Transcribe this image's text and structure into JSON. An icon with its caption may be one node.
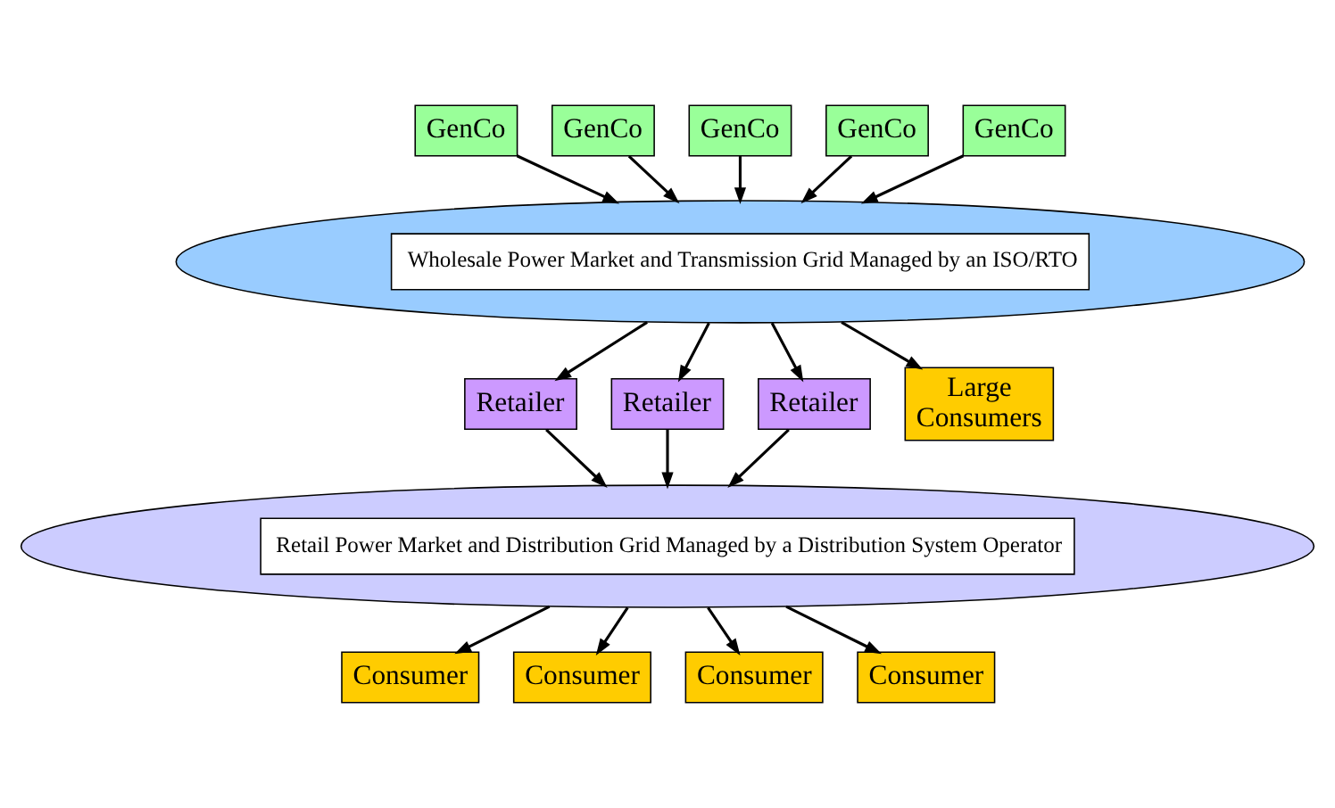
{
  "diagram": {
    "nodes": [
      {
        "text": [
          "GenCo"
        ]
      },
      {
        "text": [
          "GenCo"
        ]
      },
      {
        "text": [
          "GenCo"
        ]
      },
      {
        "text": [
          "GenCo"
        ]
      },
      {
        "text": [
          "GenCo"
        ]
      },
      {
        "text": [
          "Wholesale Power Market and Transmission Grid Managed by an ISO/RTO"
        ]
      },
      {
        "text": [
          "Retailer"
        ]
      },
      {
        "text": [
          "Retailer"
        ]
      },
      {
        "text": [
          "Retailer"
        ]
      },
      {
        "text": [
          "Large Consumers"
        ]
      },
      {
        "text": [
          "Retail Power Market and Distribution Grid Managed by a Distribution System Operator"
        ]
      },
      {
        "text": [
          "Consumer"
        ]
      },
      {
        "text": [
          "Consumer"
        ]
      },
      {
        "text": [
          "Consumer"
        ]
      },
      {
        "text": [
          "Consumer"
        ]
      }
    ],
    "edges": [
      {
        "from": 0,
        "to": 5,
        "arrow": "to"
      },
      {
        "from": 1,
        "to": 5,
        "arrow": "to"
      },
      {
        "from": 2,
        "to": 5,
        "arrow": "to"
      },
      {
        "from": 3,
        "to": 5,
        "arrow": "to"
      },
      {
        "from": 4,
        "to": 5,
        "arrow": "to"
      },
      {
        "from": 5,
        "to": 6,
        "arrow": "to"
      },
      {
        "from": 5,
        "to": 7,
        "arrow": "to"
      },
      {
        "from": 5,
        "to": 8,
        "arrow": "to"
      },
      {
        "from": 5,
        "to": 9,
        "arrow": "to"
      },
      {
        "from": 6,
        "to": 10,
        "arrow": "to"
      },
      {
        "from": 7,
        "to": 10,
        "arrow": "to"
      },
      {
        "from": 8,
        "to": 10,
        "arrow": "to"
      },
      {
        "from": 10,
        "to": 11,
        "arrow": "to"
      },
      {
        "from": 10,
        "to": 12,
        "arrow": "to"
      },
      {
        "from": 10,
        "to": 13,
        "arrow": "to"
      },
      {
        "from": 10,
        "to": 14,
        "arrow": "to"
      }
    ]
  }
}
